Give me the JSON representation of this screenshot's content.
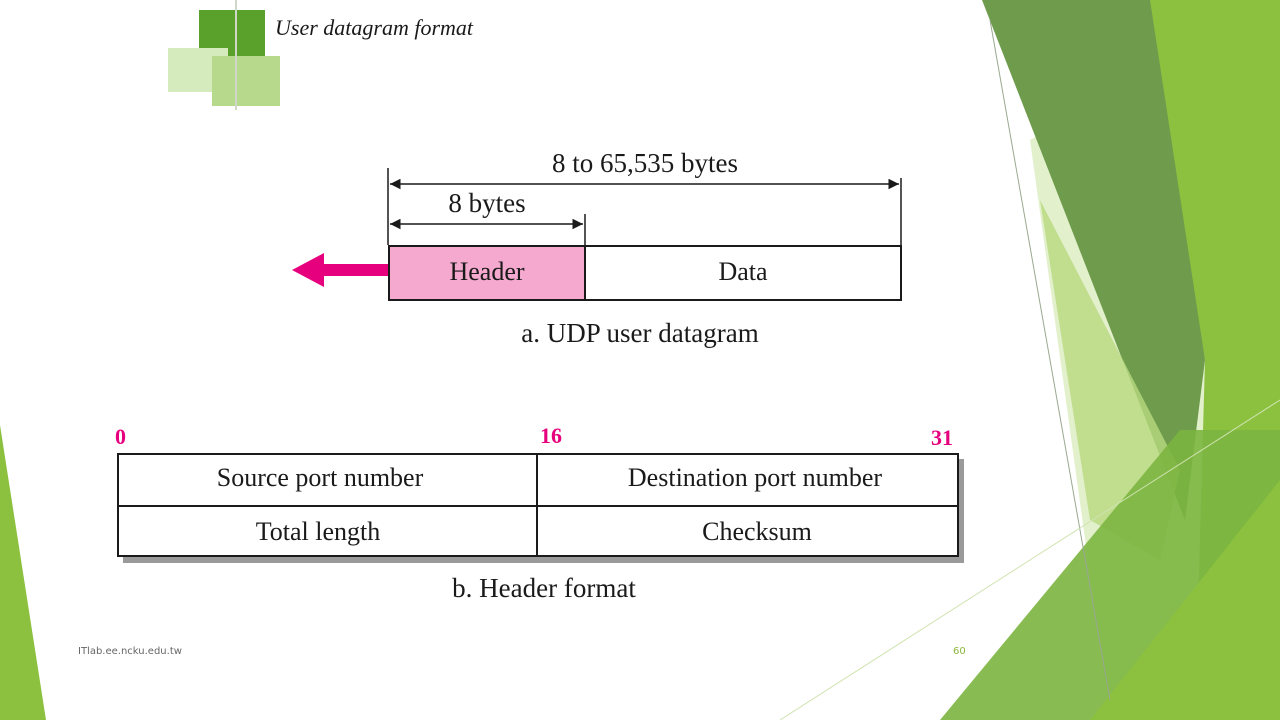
{
  "slide": {
    "title": "User datagram format",
    "footer_url": "ITlab.ee.ncku.edu.tw",
    "page_number": "60"
  },
  "diagram_a": {
    "total_size_label": "8 to 65,535 bytes",
    "header_size_label": "8 bytes",
    "header_label": "Header",
    "data_label": "Data",
    "caption": "a. UDP user datagram"
  },
  "diagram_b": {
    "bit_start": "0",
    "bit_mid": "16",
    "bit_end": "31",
    "rows": [
      [
        "Source port number",
        "Destination port number"
      ],
      [
        "Total length",
        "Checksum"
      ]
    ],
    "caption": "b. Header format"
  },
  "colors": {
    "accent": "#e6007e",
    "header_fill": "#f5a9cf",
    "green_dark": "#6e9b4c",
    "green_light": "#8cc13f",
    "green_pale": "#d7eab5"
  }
}
